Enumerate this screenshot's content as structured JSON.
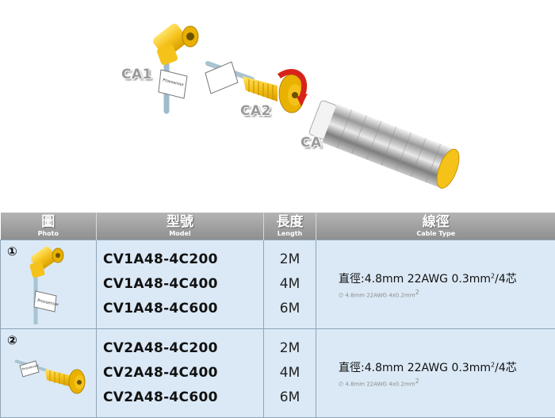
{
  "hero": {
    "callouts": {
      "ca1": "CA1",
      "ca2": "CA2",
      "ca": "CA"
    },
    "tag_text": "Proxsensor"
  },
  "table": {
    "headers": [
      {
        "main": "圖",
        "sub": "Photo"
      },
      {
        "main": "型號",
        "sub": "Model"
      },
      {
        "main": "長度",
        "sub": "Length"
      },
      {
        "main": "線徑",
        "sub": "Cable Type"
      }
    ],
    "rows": [
      {
        "number": "①",
        "models": [
          "CV1A48-4C200",
          "CV1A48-4C400",
          "CV1A48-4C600"
        ],
        "lengths": [
          "2M",
          "4M",
          "6M"
        ],
        "cable_main": "直徑:4.8mm  22AWG  0.3mm",
        "cable_sup": "2",
        "cable_suffix": "/4芯",
        "cable_sub": "∅ 4.8mm 22AWG 4x0.2mm",
        "cable_sub_sup": "2",
        "photo_tag": "Proxsensor"
      },
      {
        "number": "②",
        "models": [
          "CV2A48-4C200",
          "CV2A48-4C400",
          "CV2A48-4C600"
        ],
        "lengths": [
          "2M",
          "4M",
          "6M"
        ],
        "cable_main": "直徑:4.8mm  22AWG  0.3mm",
        "cable_sup": "2",
        "cable_suffix": "/4芯",
        "cable_sub": "∅ 4.8mm 22AWG 4x0.2mm",
        "cable_sub_sup": "2",
        "photo_tag": "Proxsensor"
      }
    ]
  },
  "colors": {
    "connector_yellow": "#f5c21a",
    "header_gray": "#a0a0a0",
    "row_blue": "#dbe9f6",
    "callout_gray": "#9a9a9a"
  }
}
